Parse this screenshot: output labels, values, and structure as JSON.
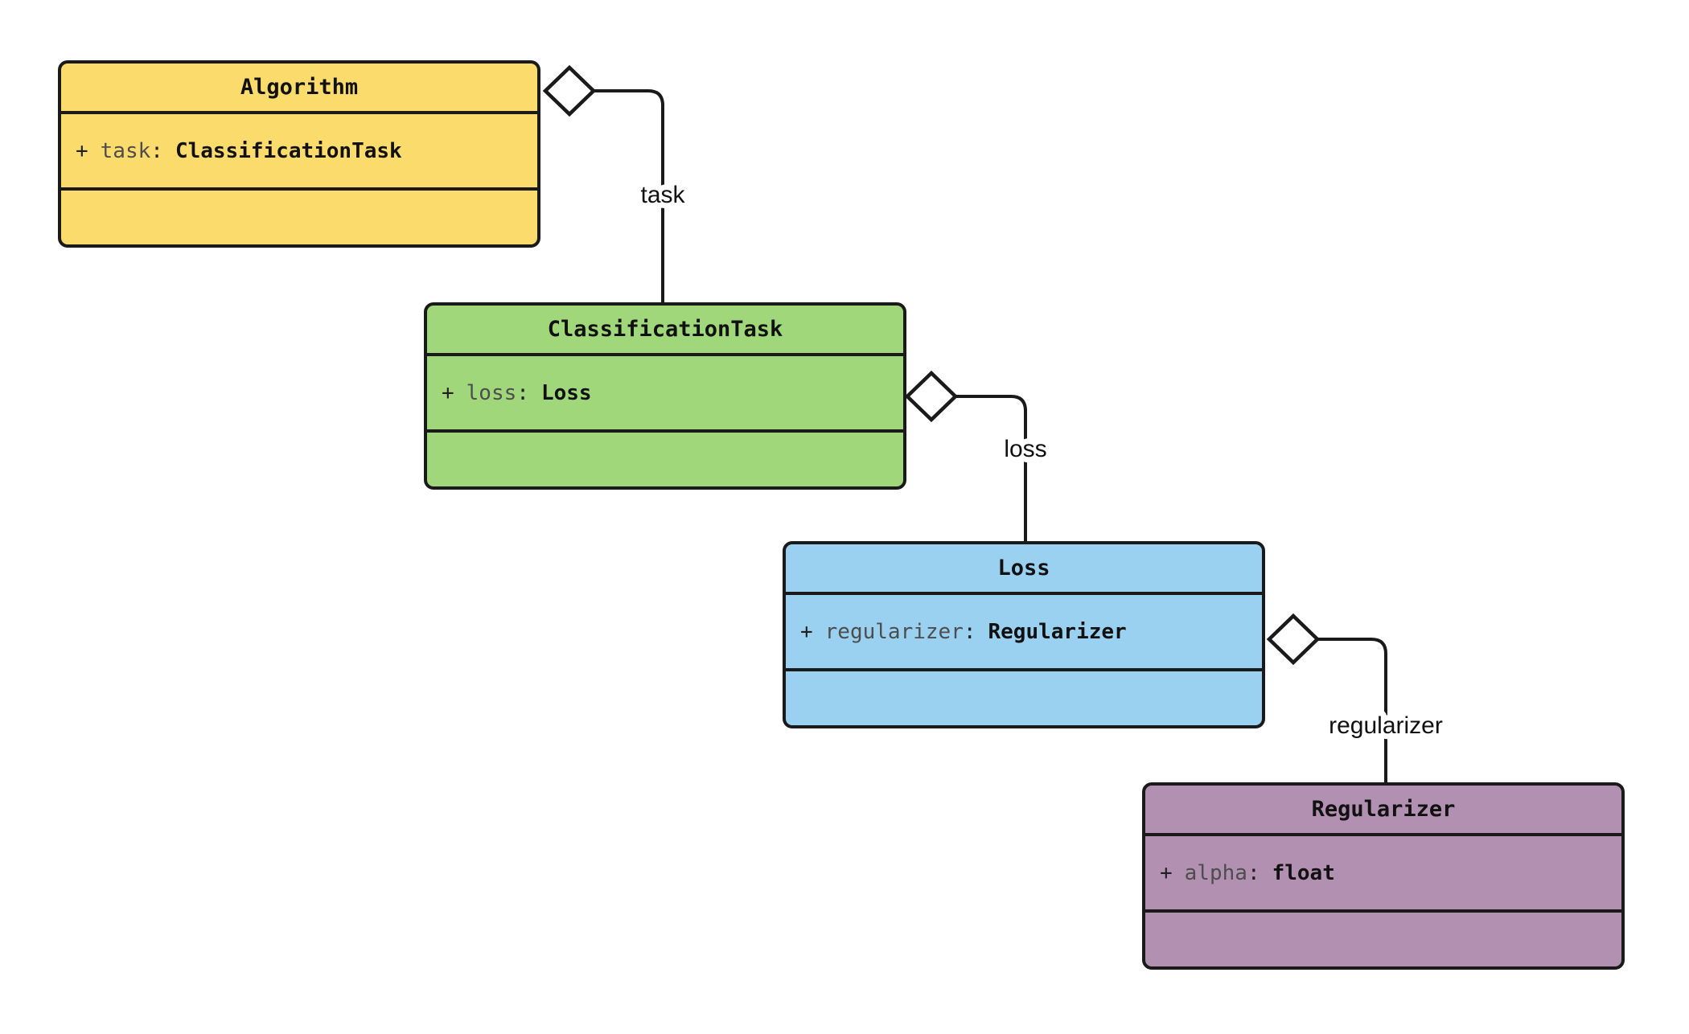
{
  "classes": [
    {
      "name": "Algorithm",
      "fill": "#FBDB6B",
      "attribute": {
        "visibility": "+",
        "name": "task",
        "colon": ":",
        "type": "ClassificationTask"
      }
    },
    {
      "name": "ClassificationTask",
      "fill": "#A0D77B",
      "attribute": {
        "visibility": "+",
        "name": "loss",
        "colon": ":",
        "type": "Loss"
      }
    },
    {
      "name": "Loss",
      "fill": "#9AD0F0",
      "attribute": {
        "visibility": "+",
        "name": "regularizer",
        "colon": ":",
        "type": "Regularizer"
      }
    },
    {
      "name": "Regularizer",
      "fill": "#B290B1",
      "attribute": {
        "visibility": "+",
        "name": "alpha",
        "colon": ":",
        "type": "float"
      }
    }
  ],
  "edges": [
    {
      "label": "task",
      "kind": "aggregation"
    },
    {
      "label": "loss",
      "kind": "aggregation"
    },
    {
      "label": "regularizer",
      "kind": "aggregation"
    }
  ],
  "colors": {
    "border": "#1a1a1a",
    "attribute_name": "#4d4d4d",
    "text": "#111111",
    "background": "#ffffff"
  }
}
